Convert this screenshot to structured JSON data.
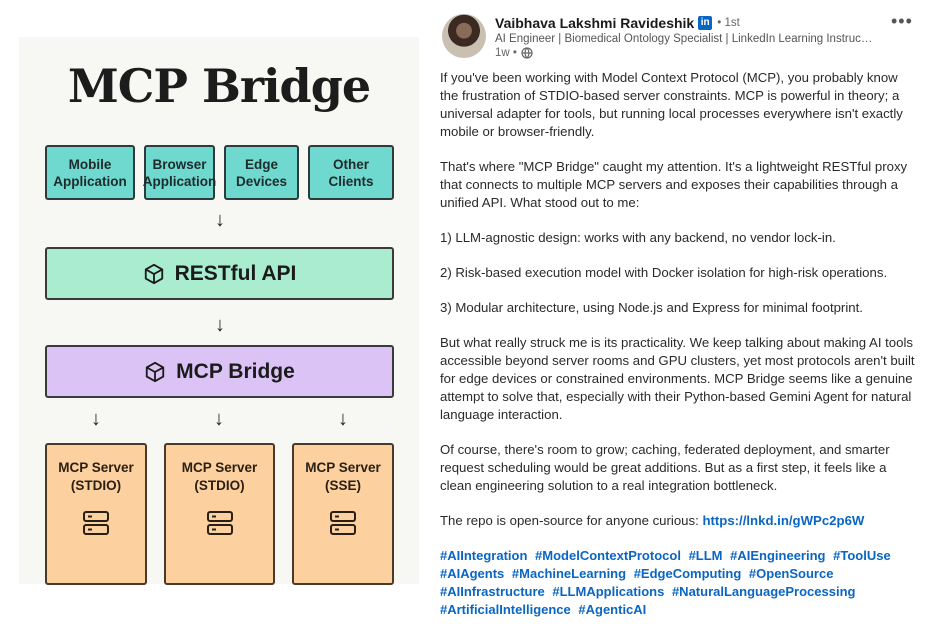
{
  "diagram": {
    "title": "MCP Bridge",
    "clients": [
      "Mobile Application",
      "Browser Application",
      "Edge Devices",
      "Other Clients"
    ],
    "arrow": "↓",
    "rest_label": "RESTful API",
    "bridge_label": "MCP Bridge",
    "servers": [
      "MCP Server (STDIO)",
      "MCP Server (STDIO)",
      "MCP Server (SSE)"
    ],
    "colors": {
      "client": "#6fd8cf",
      "rest": "#a9ecd0",
      "bridge": "#dcc3f5",
      "server": "#fcd09f"
    }
  },
  "post": {
    "author": "Vaibhava Lakshmi Ravideshik",
    "badge": "in",
    "degree": "• 1st",
    "headline": "AI Engineer | Biomedical Ontology Specialist | LinkedIn Learning Instructor | Q...",
    "time": "1w •",
    "more": "•••",
    "paragraphs": [
      "If you've been working with Model Context Protocol (MCP), you probably know the frustration of STDIO-based server constraints. MCP is powerful in theory; a universal adapter for tools, but running local processes everywhere isn't exactly mobile or browser-friendly.",
      "That's where \"MCP Bridge\" caught my attention. It's a lightweight RESTful proxy that connects to multiple MCP servers and exposes their capabilities through a unified API. What stood out to me:",
      "1) LLM-agnostic design: works with any backend, no vendor lock-in.",
      "2) Risk-based execution model with Docker isolation for high-risk operations.",
      "3) Modular architecture, using Node.js and Express for minimal footprint.",
      "But what really struck me is its practicality. We keep talking about making AI tools accessible beyond server rooms and GPU clusters, yet most protocols aren't built for edge devices or constrained environments. MCP Bridge seems like a genuine attempt to solve that, especially with their Python-based Gemini Agent for natural language interaction.",
      "Of course, there's room to grow; caching, federated deployment, and smarter request scheduling would be great additions. But as a first step, it feels like a clean engineering solution to a real integration bottleneck."
    ],
    "repo_text": "The repo is open-source for anyone curious: ",
    "repo_link": "https://lnkd.in/gWPc2p6W",
    "hashtags": [
      "#AIIntegration",
      "#ModelContextProtocol",
      "#LLM",
      "#AIEngineering",
      "#ToolUse",
      "#AIAgents",
      "#MachineLearning",
      "#EdgeComputing",
      "#OpenSource",
      "#AIInfrastructure",
      "#LLMApplications",
      "#NaturalLanguageProcessing",
      "#ArtificialIntelligence",
      "#AgenticAI"
    ],
    "icons": [
      "globe-icon",
      "cube-icon",
      "server-icon",
      "more-icon",
      "linkedin-badge-icon"
    ]
  }
}
